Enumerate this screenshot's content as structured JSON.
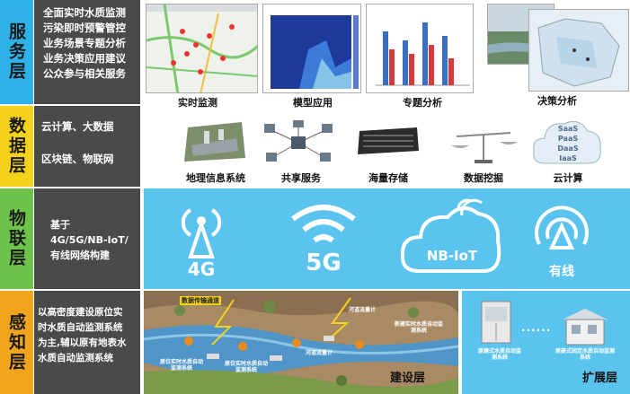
{
  "rows": {
    "service": {
      "label": "服务层",
      "color": "#2fb1e8",
      "desc_lines": [
        "全面实时水质监测",
        "污染即时预警管控",
        "业务场景专题分析",
        "业务决策应用建议",
        "公众参与相关服务"
      ],
      "captions": [
        "实时监测",
        "模型应用",
        "专题分析",
        "决策分析"
      ]
    },
    "data": {
      "label": "数据层",
      "color": "#f4d21a",
      "desc_lines": [
        "云计算、大数据",
        "",
        "区块链、物联网"
      ],
      "captions": [
        "地理信息系统",
        "共享服务",
        "海量存储",
        "数据挖掘",
        "云计算"
      ],
      "cloud_text": [
        "SaaS",
        "PaaS",
        "DaaS",
        "IaaS"
      ]
    },
    "iot": {
      "label": "物联层",
      "color": "#6ec44a",
      "desc_lines": [
        "基于",
        "4G/5G/NB-IoT/",
        "有线网络构建"
      ],
      "networks": [
        "4G",
        "5G",
        "NB-IoT",
        "有线"
      ]
    },
    "sensing": {
      "label": "感知层",
      "color": "#f0a51c",
      "desc_lines": [
        "以高密度建设原位实",
        "时水质自动监测系统",
        "为主,辅以原有地表水",
        "水质自动监测系统"
      ],
      "build_label": "建设层",
      "extend_label": "扩展层",
      "annotations": [
        "数据传输通道",
        "河道流量计",
        "新建实时水质自动监测系统",
        "河道流量计",
        "原位实时水质自动监测系统",
        "原位实时水质自动监测系统"
      ],
      "extend_items": [
        "原建式水质自动监测系统",
        "原建式固定水质自动监测系统"
      ],
      "dots": "......"
    }
  },
  "colors": {
    "desc_bg": "#4a4a4a",
    "iot_bg": "#5bc4ee",
    "extend_bg": "#5bc4ee"
  }
}
